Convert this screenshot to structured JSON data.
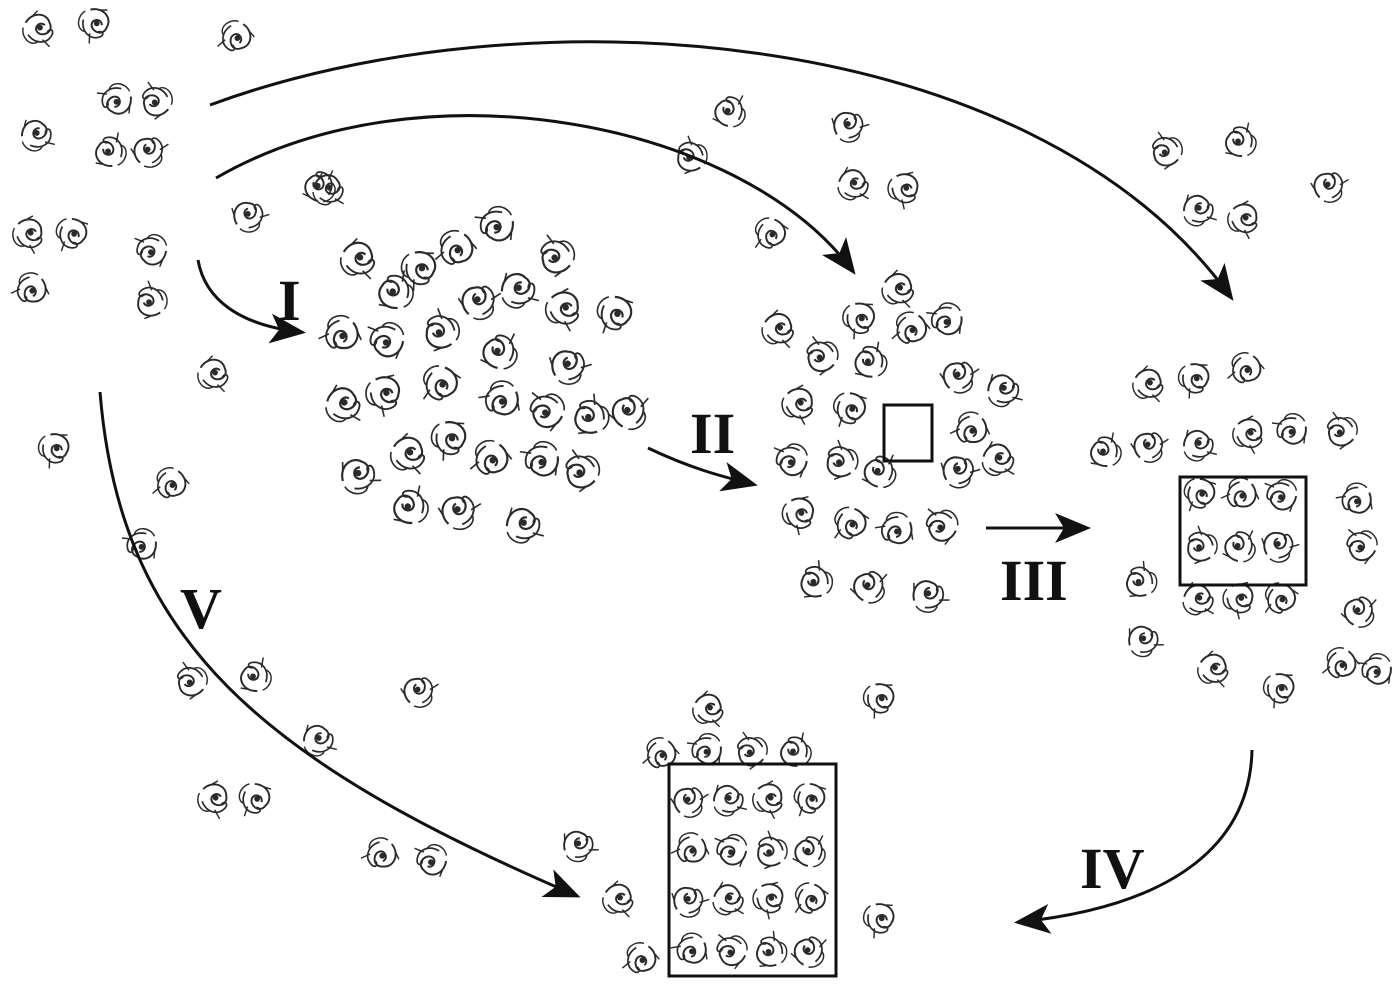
{
  "stages": [
    {
      "id": "I",
      "label": "I"
    },
    {
      "id": "II",
      "label": "II"
    },
    {
      "id": "III",
      "label": "III"
    },
    {
      "id": "IV",
      "label": "IV"
    },
    {
      "id": "V",
      "label": "V"
    }
  ],
  "colors": {
    "ink": "#111111",
    "molecule": "#2a2a2a",
    "background": "#ffffff"
  },
  "icons": {
    "molecule": "protein-molecule-icon",
    "arrow": "arrow-icon",
    "lattice_box": "crystal-lattice-box"
  }
}
